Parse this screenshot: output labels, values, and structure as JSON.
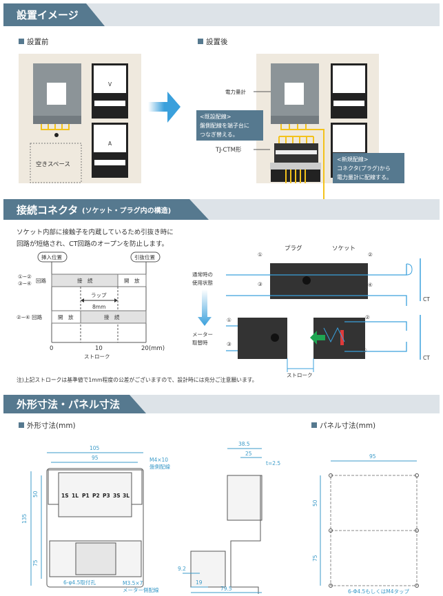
{
  "colors": {
    "header_dark": "#56798f",
    "header_light": "#dde3e8",
    "panel_beige": "#efe9de",
    "wire_yellow": "#f3c21b",
    "accent_blue": "#3aa0dc",
    "dimension_blue": "#3a9ac8",
    "callout": "#56798f"
  },
  "section1": {
    "title": "設置イメージ",
    "before": {
      "label": "設置前",
      "empty_space": "空きスペース"
    },
    "after": {
      "label": "設置後",
      "power_meter": "電力量計",
      "model": "TJ-CTM形",
      "callout_existing": [
        "<既設配線>",
        "盤側配線を端子台に",
        "つなぎ替える。"
      ],
      "callout_new": [
        "<新規配線>",
        "コネクタ(プラグ)から",
        "電力量計に配線する。"
      ]
    },
    "meter_labels": {
      "volt": "V",
      "amp": "A"
    }
  },
  "section2": {
    "title": "接続コネクタ",
    "title_sub": "(ソケット・プラグ内の構造)",
    "description": [
      "ソケット内部に接触子を内蔵しているため引抜き時に",
      "回路が短絡され、CT回路のオープンを防止します。"
    ],
    "chart": {
      "insert_position": "挿入位置",
      "pull_position": "引抜位置",
      "row1_label": [
        "①−②",
        "③−④",
        "回路"
      ],
      "row1_connected": "接　続",
      "row1_open": "開　放",
      "lap_label": "ラップ",
      "lap_value": "8mm",
      "row2_label": "②−④ 回路",
      "row2_open": "開　放",
      "row2_connected": "接　続",
      "x_ticks": [
        "0",
        "10",
        "20(mm)"
      ],
      "x_label": "ストローク"
    },
    "diagram": {
      "plug": "プラグ",
      "socket": "ソケット",
      "normal_state": [
        "通常時の",
        "使用状態"
      ],
      "meter_replace": [
        "メーター",
        "取替時"
      ],
      "terminals": [
        "①",
        "②",
        "③",
        "④"
      ],
      "ct": "CT",
      "stroke": "ストローク"
    },
    "note": "注)上記ストロークは基準値で1mm程度の公差がございますので、設計時には充分ご注意願います。"
  },
  "section3": {
    "title": "外形寸法・パネル寸法",
    "outline": {
      "label": "外形寸法(mm)",
      "w105": "105",
      "w95": "95",
      "h50": "50",
      "h135": "135",
      "h75": "75",
      "screw_top": [
        "M4×10",
        "盤側配線"
      ],
      "terminals": [
        "1S",
        "1L",
        "P1",
        "P2",
        "P3",
        "3S",
        "3L"
      ],
      "holes": "6-φ4.5取付孔",
      "screw_bottom": [
        "M3.5×7",
        "メーター側配線"
      ],
      "side_385": "38.5",
      "side_25": "25",
      "side_t": "t=2.5",
      "side_92": "9.2",
      "side_19": "19",
      "side_795": "79.5"
    },
    "panel": {
      "label": "パネル寸法(mm)",
      "w95": "95",
      "h50": "50",
      "h75": "75",
      "holes": "6-Φ4.5もしくはM4タップ"
    }
  }
}
